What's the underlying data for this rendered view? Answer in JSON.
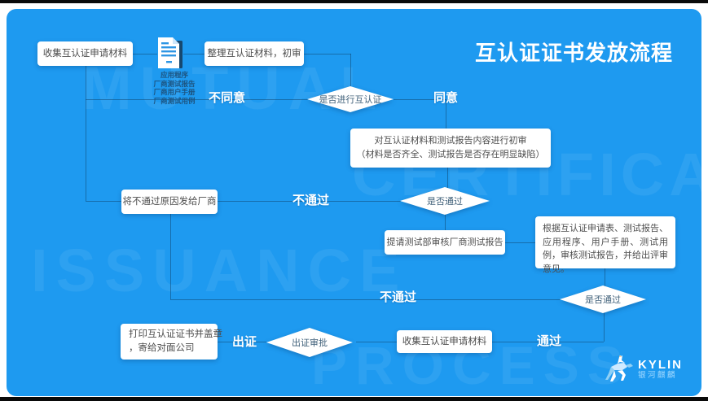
{
  "title": "互认证证书发放流程",
  "watermarks": [
    "MUTUAL",
    "CERTIFICATE",
    "ISSUANCE",
    "PROCESS"
  ],
  "nodes": {
    "collect1": "收集互认证申请材料",
    "organize": "整理互认证材料，初审",
    "decide_mutual": "是否进行互认证",
    "initial_review_line1": "对互认证材料和测试报告内容进行初审",
    "initial_review_line2": "（材料是否齐全、测试报告是否存在明显缺陷）",
    "send_reasons": "将不通过原因发给厂商",
    "decide_pass1": "是否通过",
    "submit_review": "提请测试部审核厂商测试报告",
    "review_detail": "根据互认证申请表、测试报告、应用程序、用户手册、测试用例，审核测试报告，并给出评审意见。",
    "decide_pass2": "是否通过",
    "print_cert_line1": "打印互认证证书并盖章",
    "print_cert_line2": "，寄给对面公司",
    "cert_approval": "出证审批",
    "collect2": "收集互认证申请材料"
  },
  "labels": {
    "disagree": "不同意",
    "agree": "同意",
    "fail1": "不通过",
    "fail2": "不通过",
    "issue": "出证",
    "pass": "通过"
  },
  "doc_icon_caption": [
    "应用程序",
    "厂商测试报告",
    "厂商用户手册",
    "厂商测试用例"
  ],
  "logo": {
    "name": "KYLIN",
    "subtitle": "银河麒麟"
  },
  "colors": {
    "background": "#1E9AF0",
    "node_bg": "#FFFFFF",
    "node_text": "#4D4D4D",
    "connector": "#104873",
    "branch_label": "#FFFFFF",
    "title_text": "#FFFFFF"
  }
}
